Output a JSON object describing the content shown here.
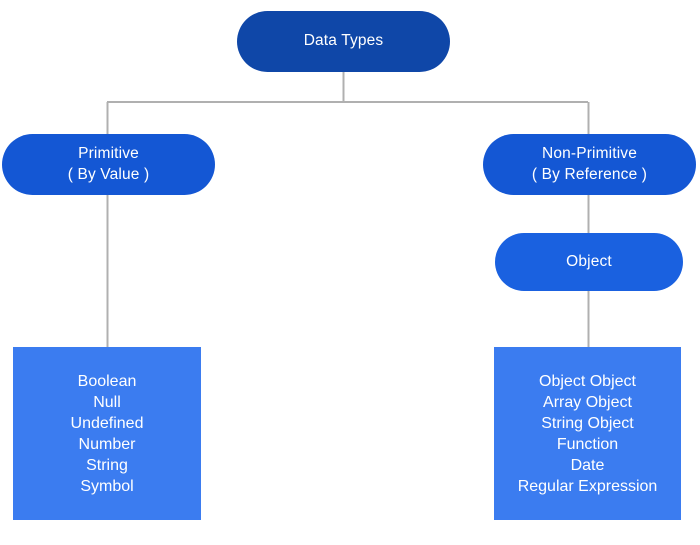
{
  "diagram": {
    "title": "Data Types",
    "type": "tree",
    "colors": {
      "root_fill": "#0F47A8",
      "branch_fill": "#1457D4",
      "object_fill": "#1A61E0",
      "listbox_fill": "#3B7CF0",
      "connector": "#b0b0b0",
      "text": "#ffffff",
      "background": "#ffffff"
    },
    "nodes": {
      "root": {
        "label": "Data Types",
        "lines": [
          "Data Types"
        ]
      },
      "primitive": {
        "lines": [
          "Primitive",
          "( By Value )"
        ]
      },
      "non_primitive": {
        "lines": [
          "Non-Primitive",
          "( By Reference )"
        ]
      },
      "object": {
        "lines": [
          "Object"
        ]
      }
    },
    "lists": {
      "primitive_types": [
        "Boolean",
        "Null",
        "Undefined",
        "Number",
        "String",
        "Symbol"
      ],
      "non_primitive_types": [
        "Object Object",
        "Array Object",
        "String Object",
        "Function",
        "Date",
        "Regular Expression"
      ]
    }
  }
}
